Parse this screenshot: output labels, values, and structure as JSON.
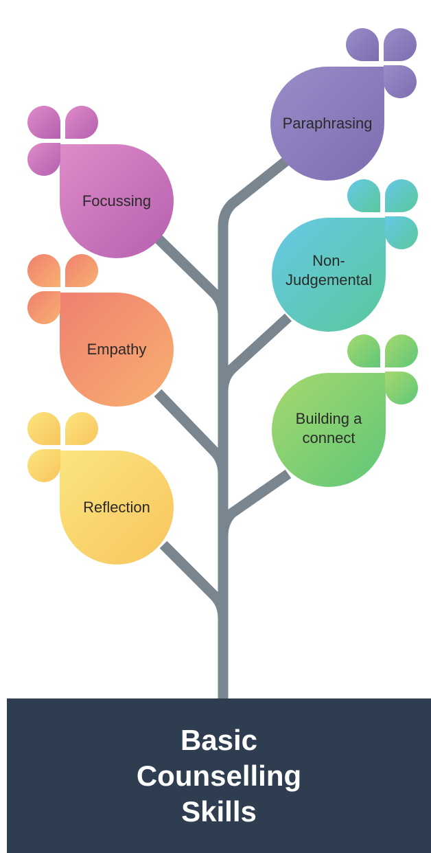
{
  "title": "Basic\nCounselling\nSkills",
  "colors": {
    "branch": "#79858f",
    "footer": "#2e3d4f"
  },
  "nodes": [
    {
      "id": "paraphrasing",
      "label": "Paraphrasing",
      "side": "right",
      "gradient": [
        "#9a8cc8",
        "#7d6db0"
      ]
    },
    {
      "id": "focussing",
      "label": "Focussing",
      "side": "left",
      "gradient": [
        "#e08bc8",
        "#b460b0"
      ]
    },
    {
      "id": "non-judgemental",
      "label": "Non-\nJudgemental",
      "side": "right",
      "gradient": [
        "#66c9e6",
        "#5ac79c"
      ]
    },
    {
      "id": "empathy",
      "label": "Empathy",
      "side": "left",
      "gradient": [
        "#f08070",
        "#f7b070"
      ]
    },
    {
      "id": "building-a-connect",
      "label": "Building a\nconnect",
      "side": "right",
      "gradient": [
        "#a6d86e",
        "#5fc778"
      ]
    },
    {
      "id": "reflection",
      "label": "Reflection",
      "side": "left",
      "gradient": [
        "#fbe47e",
        "#f8c55e"
      ]
    }
  ]
}
